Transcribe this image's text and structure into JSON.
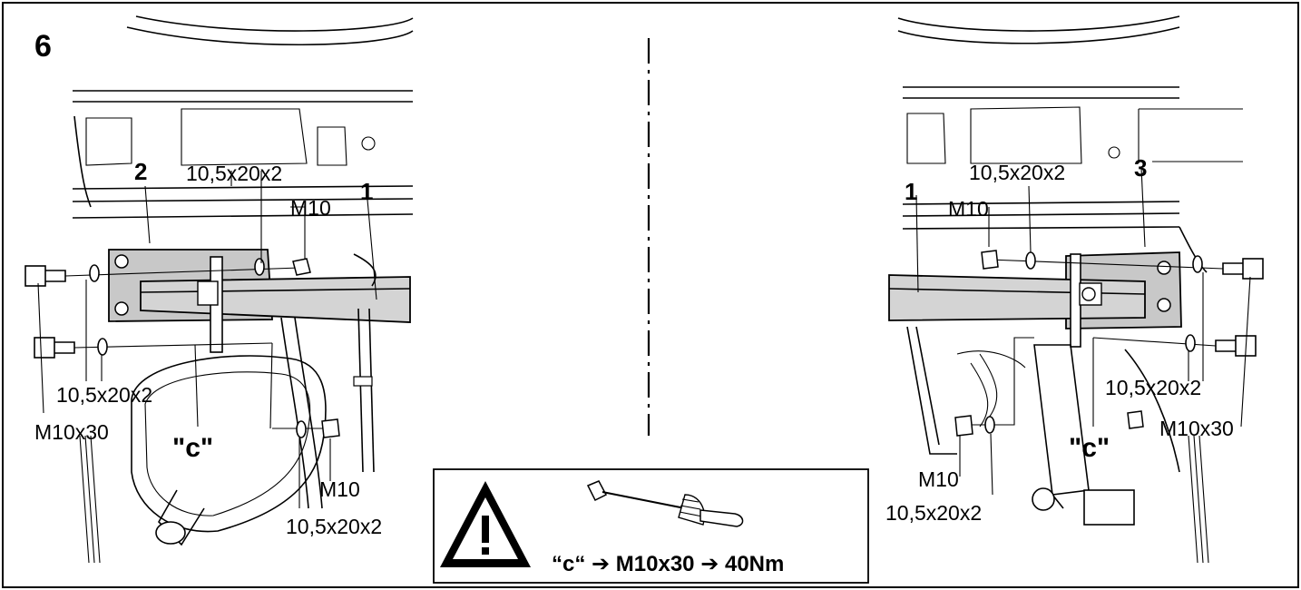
{
  "figure": {
    "step_number": "6",
    "left": {
      "part_bar": "1",
      "part_bracket": "2",
      "washer_top": "10,5x20x2",
      "nut_top": "M10",
      "washer_left": "10,5x20x2",
      "bolt_left": "M10x30",
      "marker_c": "\"c\"",
      "nut_bottom": "M10",
      "washer_bottom": "10,5x20x2"
    },
    "right": {
      "part_bar": "1",
      "part_bracket": "3",
      "washer_top": "10,5x20x2",
      "nut_top": "M10",
      "washer_right": "10,5x20x2",
      "bolt_right": "M10x30",
      "marker_c": "\"c\"",
      "nut_bottom": "M10",
      "washer_bottom": "10,5x20x2"
    },
    "warning": {
      "icon": "warning-triangle-icon",
      "tool_icon": "torque-wrench-icon",
      "text": "“c“ ➔  M10x30 ➔ 40Nm"
    }
  }
}
